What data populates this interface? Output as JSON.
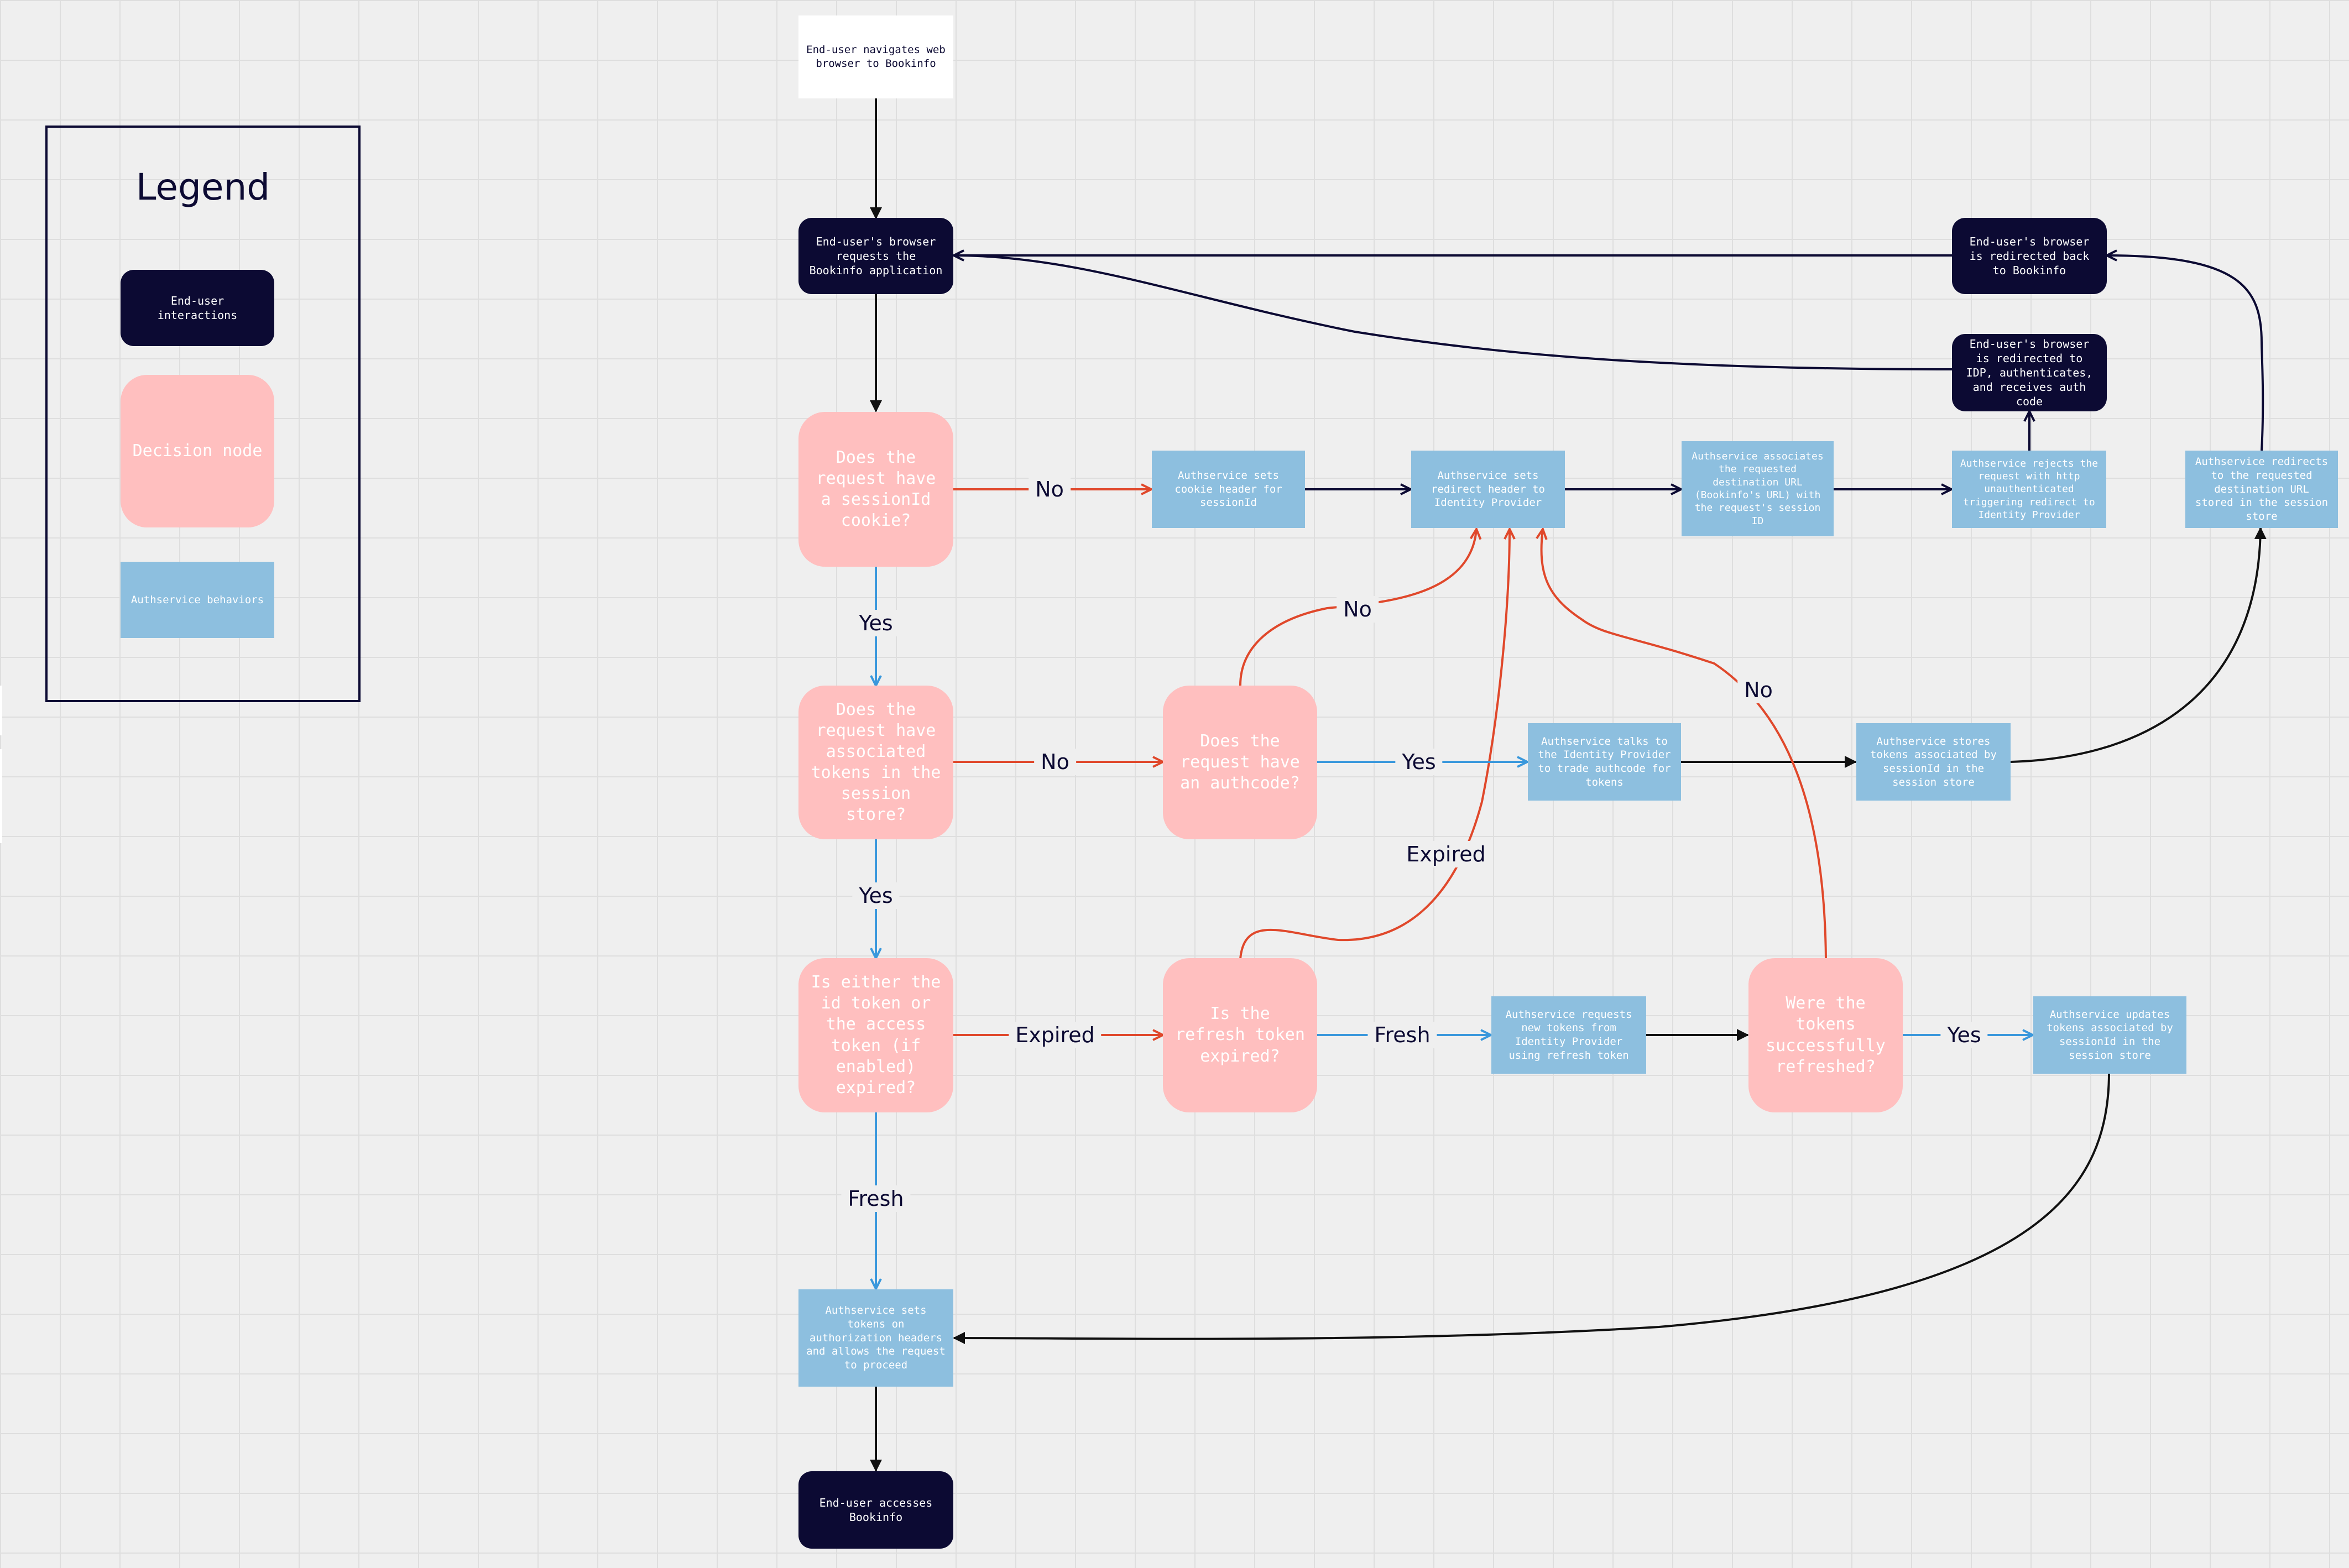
{
  "colors": {
    "user_node": "#0c0a33",
    "decision_node": "#ffbfbf",
    "auth_node": "#8dbfdf",
    "start_node": "#ffffff",
    "edge_default": "#0c0a33",
    "edge_no": "#e0482b",
    "edge_yes": "#3a98dc",
    "canvas": "#efefef"
  },
  "legend": {
    "title": "Legend",
    "user": "End-user interactions",
    "decision": "Decision node",
    "auth": "Authservice behaviors"
  },
  "nodes": {
    "start": "End-user navigates web browser to Bookinfo",
    "request_app": "End-user's browser requests the Bookinfo application",
    "redirected_back": "End-user's browser is redirected back to Bookinfo",
    "redirected_idp": "End-user's browser is redirected to IDP, authenticates, and receives auth code",
    "q_session_cookie": "Does the request have a sessionId cookie?",
    "set_cookie": "Authservice sets cookie header for sessionId",
    "set_redirect": "Authservice sets redirect header to Identity Provider",
    "associate_url": "Authservice associates the requested destination URL (Bookinfo's URL) with the request's session ID",
    "reject": "Authservice rejects the request with http unauthenticated triggering redirect to Identity Provider",
    "redirect_dest": "Authservice redirects to the requested destination URL stored in the session store",
    "q_tokens_store": "Does the request have associated tokens in the session store?",
    "q_authcode": "Does the request have an authcode?",
    "trade_authcode": "Authservice talks to the Identity Provider to trade authcode for tokens",
    "store_tokens": "Authservice stores tokens associated by sessionId in the session store",
    "q_expired": "Is either the id token or the access token (if enabled) expired?",
    "q_refresh": "Is the refresh token expired?",
    "request_new": "Authservice requests new tokens from Identity Provider using refresh token",
    "q_refreshed": "Were the tokens successfully refreshed?",
    "update_tokens": "Authservice updates tokens associated by sessionId in the session store",
    "set_tokens": "Authservice sets tokens on authorization headers and allows the request to proceed",
    "access": "End-user accesses Bookinfo"
  },
  "edge_labels": {
    "cookie_no": "No",
    "cookie_yes": "Yes",
    "store_no": "No",
    "store_yes": "Yes",
    "authcode_yes": "Yes",
    "authcode_no": "No",
    "refresh_expired": "Expired",
    "refreshed_no": "No",
    "expired_expired": "Expired",
    "refresh_fresh": "Fresh",
    "refreshed_yes": "Yes",
    "expired_fresh": "Fresh"
  }
}
